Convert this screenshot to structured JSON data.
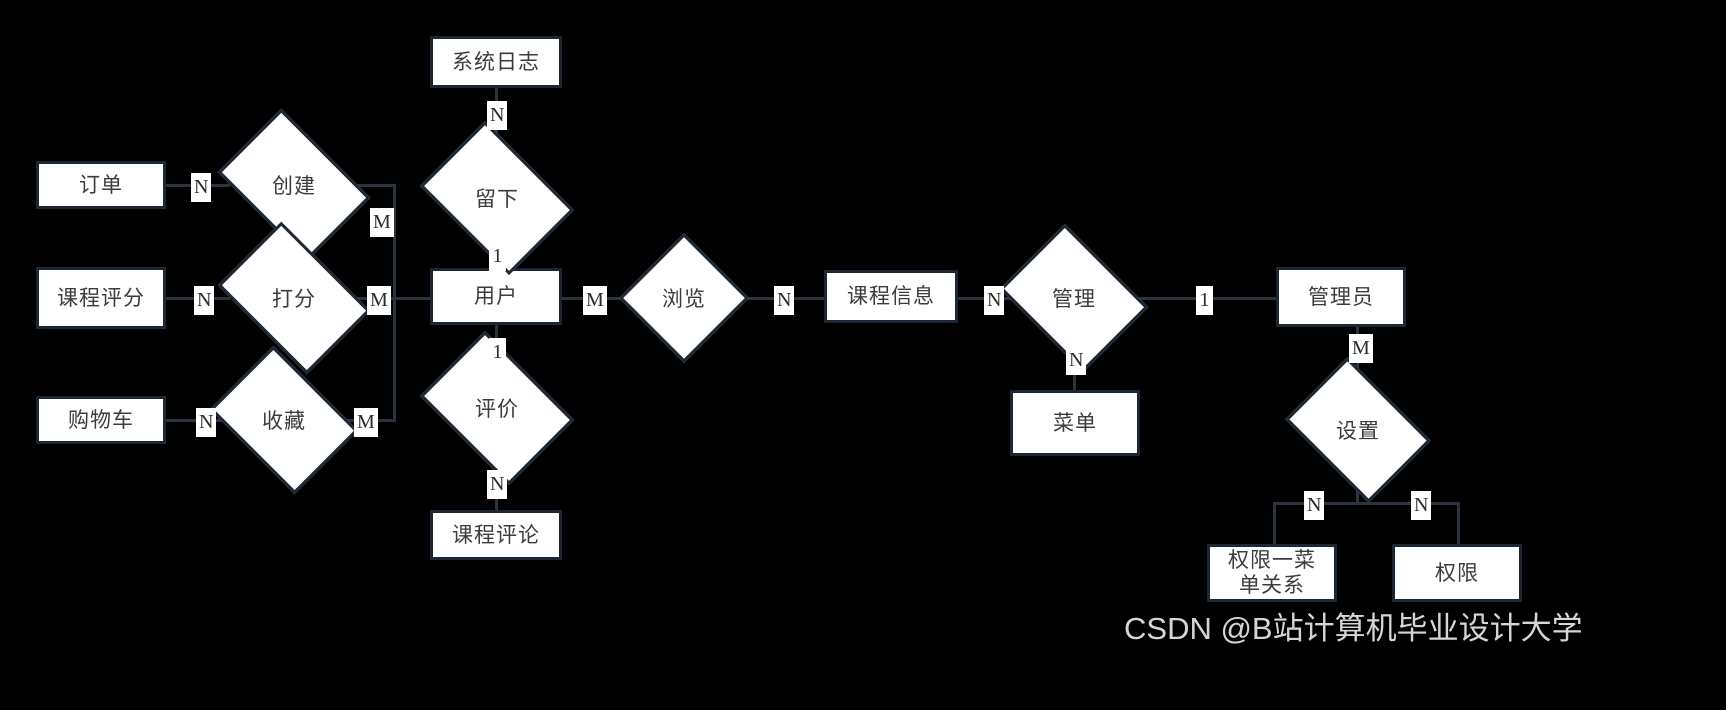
{
  "diagram": {
    "title": "ER Diagram",
    "background_color": "#000000",
    "shape_fill": "#ffffff",
    "shape_border": "#1d2633",
    "line_color": "#2b333f",
    "text_color": "#3c3c3c"
  },
  "entities": [
    {
      "id": "order",
      "label": "订单"
    },
    {
      "id": "course-score",
      "label": "课程评分"
    },
    {
      "id": "cart",
      "label": "购物车"
    },
    {
      "id": "system-log",
      "label": "系统日志"
    },
    {
      "id": "user",
      "label": "用户"
    },
    {
      "id": "course-comment",
      "label": "课程评论"
    },
    {
      "id": "course-info",
      "label": "课程信息"
    },
    {
      "id": "menu",
      "label": "菜单"
    },
    {
      "id": "admin",
      "label": "管理员"
    },
    {
      "id": "perm-menu-rel",
      "label": "权限一菜\n单关系",
      "line1": "权限一菜",
      "line2": "单关系"
    },
    {
      "id": "permission",
      "label": "权限"
    }
  ],
  "relationships": [
    {
      "id": "create",
      "label": "创建"
    },
    {
      "id": "score",
      "label": "打分"
    },
    {
      "id": "favorite",
      "label": "收藏"
    },
    {
      "id": "leave",
      "label": "留下"
    },
    {
      "id": "evaluate",
      "label": "评价"
    },
    {
      "id": "browse",
      "label": "浏览"
    },
    {
      "id": "manage",
      "label": "管理"
    },
    {
      "id": "setting",
      "label": "设置"
    }
  ],
  "cardinalities": {
    "order_create": "N",
    "create_user": "M",
    "course_score_rate": "N",
    "rate_user": "M",
    "cart_favorite": "N",
    "favorite_user": "M",
    "log_leave": "N",
    "leave_user": "1",
    "user_browse": "M",
    "browse_course_info": "N",
    "user_evaluate": "1",
    "evaluate_comment": "N",
    "course_info_manage": "N",
    "manage_menu": "N",
    "manage_admin": "1",
    "admin_setting": "M",
    "setting_perm_menu": "N",
    "setting_permission": "N"
  },
  "watermark": {
    "text": "CSDN @B站计算机毕业设计大学"
  }
}
